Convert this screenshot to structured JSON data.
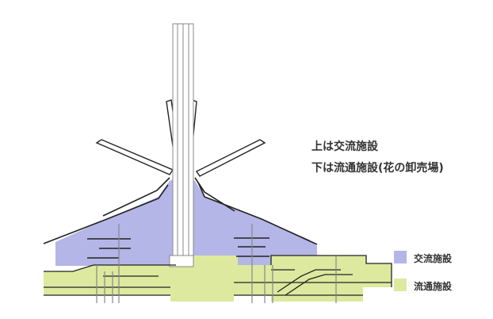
{
  "annotations": {
    "line1": "上は交流施設",
    "line2": "下は流通施設(花の卸売場)"
  },
  "legend": {
    "items": [
      {
        "label": "交流施設",
        "color": "#b3b6e6"
      },
      {
        "label": "流通施設",
        "color": "#dde99e"
      }
    ]
  },
  "colors": {
    "exchange": "#b3b6e6",
    "distribution": "#dde99e",
    "outline": "#222222",
    "structure": "#ffffff"
  }
}
